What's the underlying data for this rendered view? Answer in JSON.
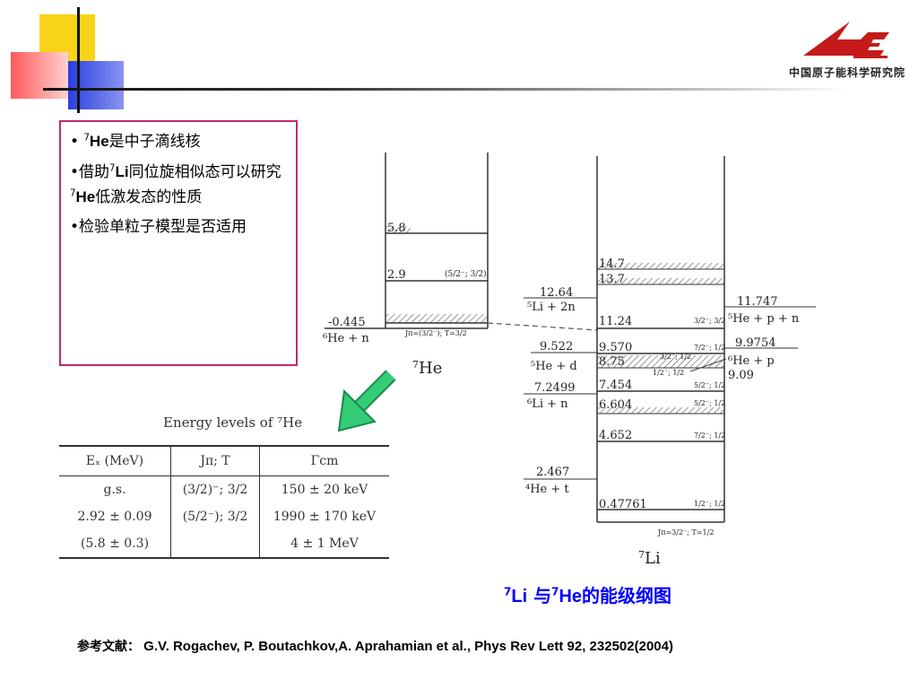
{
  "logo": {
    "text": "中国原子能科学研究院",
    "mark_letters": "IAE",
    "color": "#c41a1a"
  },
  "bullets": [
    {
      "sup": "7",
      "nuc": "He",
      "text": "是中子滴线核"
    },
    {
      "pre": "借助",
      "sup1": "7",
      "nuc1": "Li",
      "mid": "同位旋相似态可以研究",
      "sup2": "7",
      "nuc2": "He",
      "post": "低激发态的性质"
    },
    {
      "text": "检验单粒子模型是否适用"
    }
  ],
  "diagram": {
    "he7": {
      "label": "7He",
      "levels": [
        {
          "energy": "5.8",
          "jt": ""
        },
        {
          "energy": "2.9",
          "jt": "(5/2⁻; 3/2)"
        },
        {
          "energy": "-0.445",
          "jt": "Jπ=(3/2⁻); T=3/2"
        }
      ],
      "thresholds": [
        {
          "label": "⁶He + n"
        }
      ]
    },
    "li7": {
      "label": "7Li",
      "levels": [
        {
          "energy": "14.7",
          "jt": ""
        },
        {
          "energy": "13.7",
          "jt": ""
        },
        {
          "energy": "11.24",
          "jt": "3/2⁻; 3/2"
        },
        {
          "energy": "9.570",
          "jt": "7/2⁻; 1/2"
        },
        {
          "energy": "8.75",
          "jt": "3/2⁻; 1/2"
        },
        {
          "energy": "9.09",
          "jt": "1/2⁻; 1/2"
        },
        {
          "energy": "7.454",
          "jt": "5/2⁻; 1/2"
        },
        {
          "energy": "6.604",
          "jt": "5/2⁻; 1/2"
        },
        {
          "energy": "4.652",
          "jt": "7/2⁻; 1/2"
        },
        {
          "energy": "0.47761",
          "jt": "1/2⁻; 1/2"
        },
        {
          "energy": "",
          "jt": "Jπ=3/2⁻; T=1/2"
        }
      ],
      "thresholds_left": [
        {
          "energy": "12.64",
          "label": "⁵Li + 2n"
        },
        {
          "energy": "9.522",
          "label": "⁵He + d"
        },
        {
          "energy": "7.2499",
          "label": "⁶Li + n"
        },
        {
          "energy": "2.467",
          "label": "⁴He + t"
        }
      ],
      "thresholds_right": [
        {
          "energy": "11.747",
          "label": "⁵He + p + n"
        },
        {
          "energy": "9.9754",
          "label": "⁶He + p"
        }
      ]
    }
  },
  "table": {
    "title": "Energy levels of ⁷He",
    "headers": [
      "Eₓ (MeV)",
      "Jπ; T",
      "Γcm"
    ],
    "rows": [
      [
        "g.s.",
        "(3/2)⁻; 3/2",
        "150 ± 20 keV"
      ],
      [
        "2.92 ± 0.09",
        "(5/2⁻); 3/2",
        "1990 ± 170 keV"
      ],
      [
        "(5.8 ± 0.3)",
        "",
        "4 ± 1 MeV"
      ]
    ]
  },
  "caption": {
    "sup1": "7",
    "nuc1": "Li",
    "mid": " 与",
    "sup2": "7",
    "nuc2": "He",
    "post": "的能级纲图"
  },
  "reference": {
    "label": "参考文献：",
    "text": "G.V. Rogachev, P. Boutachkov,A. Aprahamian et al., Phys Rev Lett 92, 232502(2004)"
  },
  "arrow": {
    "color": "#33cc77",
    "icon": "arrow-down-left-icon"
  }
}
